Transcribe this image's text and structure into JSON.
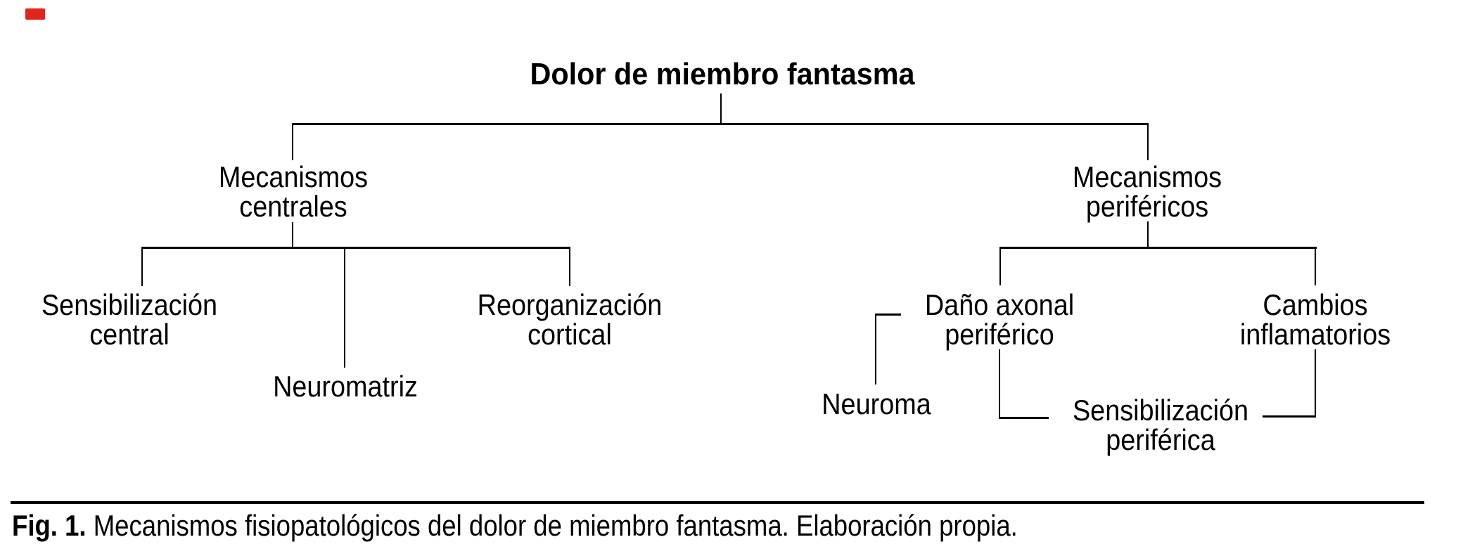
{
  "figure": {
    "title": "Dolor de miembro fantasma",
    "caption": {
      "prefix": "Fig. 1.",
      "text": " Mecanismos fisiopatológicos del dolor de miembro fantasma. Elaboración propia."
    },
    "colors": {
      "background": "#ffffff",
      "lines": "#000000",
      "text": "#000000",
      "corner_marker": "#e1251b"
    },
    "nodes": {
      "root": {
        "line1": "Dolor de miembro fantasma"
      },
      "central": {
        "line1": "Mecanismos",
        "line2": "centrales"
      },
      "peripheral": {
        "line1": "Mecanismos",
        "line2": "periféricos"
      },
      "sens_central": {
        "line1": "Sensibilización",
        "line2": "central"
      },
      "neuromatriz": {
        "line1": "Neuromatriz"
      },
      "reorganizacion": {
        "line1": "Reorganización",
        "line2": "cortical"
      },
      "dano_axonal": {
        "line1": "Daño axonal",
        "line2": "periférico"
      },
      "cambios": {
        "line1": "Cambios",
        "line2": "inflamatorios"
      },
      "neuroma": {
        "line1": "Neuroma"
      },
      "sens_periferica": {
        "line1": "Sensibilización",
        "line2": "periférica"
      }
    },
    "tree": {
      "type": "hierarchy",
      "root": "Dolor de miembro fantasma",
      "branches": [
        {
          "label": "Mecanismos centrales",
          "children": [
            "Sensibilización central",
            "Neuromatriz",
            "Reorganización cortical"
          ]
        },
        {
          "label": "Mecanismos periféricos",
          "children": [
            "Daño axonal periférico",
            "Cambios inflamatorios"
          ],
          "secondary_links": [
            {
              "from": "Daño axonal periférico",
              "to": "Neuroma"
            },
            {
              "from": "Daño axonal periférico",
              "to": "Sensibilización periférica"
            },
            {
              "from": "Cambios inflamatorios",
              "to": "Sensibilización periférica"
            }
          ]
        }
      ]
    }
  }
}
